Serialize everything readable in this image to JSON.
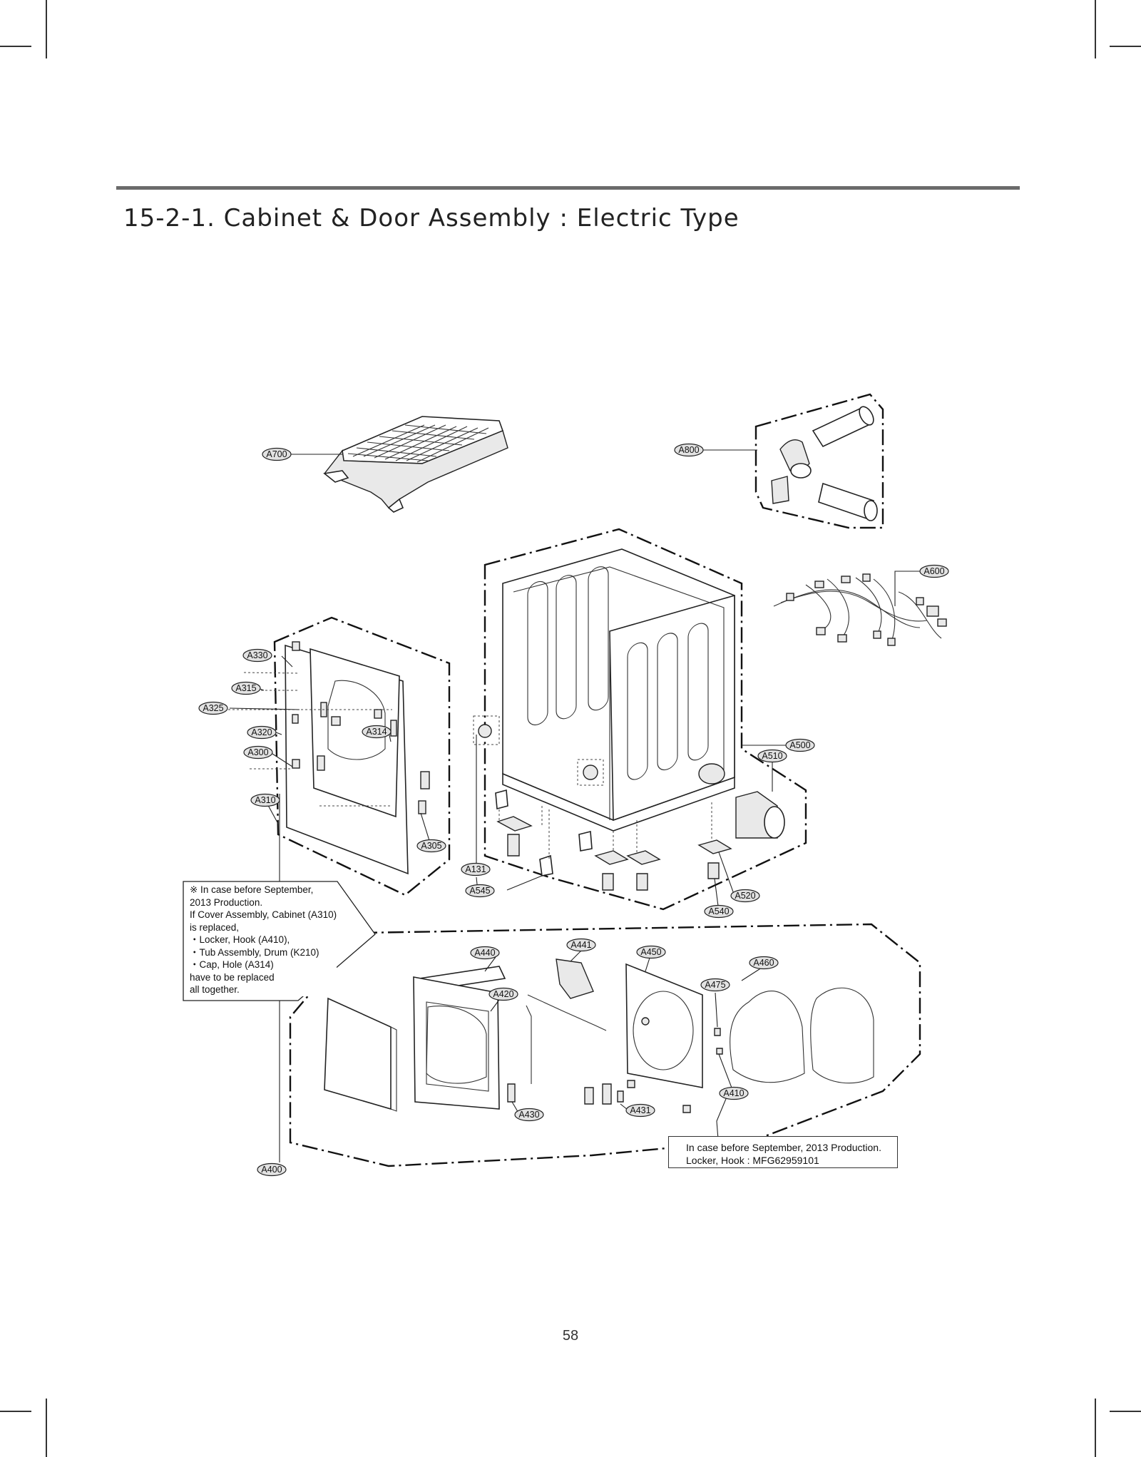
{
  "title": "15-2-1. Cabinet & Door Assembly : Electric Type",
  "page_number": "58",
  "callouts": [
    {
      "id": "A700",
      "label": "A700"
    },
    {
      "id": "A800",
      "label": "A800"
    },
    {
      "id": "A600",
      "label": "A600"
    },
    {
      "id": "A330",
      "label": "A330"
    },
    {
      "id": "A315",
      "label": "A315"
    },
    {
      "id": "A325",
      "label": "A325"
    },
    {
      "id": "A320",
      "label": "A320"
    },
    {
      "id": "A314",
      "label": "A314"
    },
    {
      "id": "A300",
      "label": "A300"
    },
    {
      "id": "A310",
      "label": "A310"
    },
    {
      "id": "A305",
      "label": "A305"
    },
    {
      "id": "A500",
      "label": "A500"
    },
    {
      "id": "A510",
      "label": "A510"
    },
    {
      "id": "A131",
      "label": "A131"
    },
    {
      "id": "A545",
      "label": "A545"
    },
    {
      "id": "A520",
      "label": "A520"
    },
    {
      "id": "A540",
      "label": "A540"
    },
    {
      "id": "A440",
      "label": "A440"
    },
    {
      "id": "A441",
      "label": "A441"
    },
    {
      "id": "A450",
      "label": "A450"
    },
    {
      "id": "A460",
      "label": "A460"
    },
    {
      "id": "A475",
      "label": "A475"
    },
    {
      "id": "A420",
      "label": "A420"
    },
    {
      "id": "A410",
      "label": "A410"
    },
    {
      "id": "A430",
      "label": "A430"
    },
    {
      "id": "A431",
      "label": "A431"
    },
    {
      "id": "A400",
      "label": "A400"
    }
  ],
  "note_cabinet": {
    "lines": [
      "※  In case before September,",
      "2013 Production.",
      "If Cover Assembly, Cabinet (A310)",
      "is replaced,",
      "・Locker, Hook (A410),",
      "・Tub Assembly, Drum (K210)",
      "・Cap, Hole (A314)",
      "have to be replaced",
      "all together."
    ]
  },
  "note_locker": {
    "lines": [
      "In case before September, 2013 Production.",
      "Locker, Hook : MFG62959101"
    ]
  }
}
